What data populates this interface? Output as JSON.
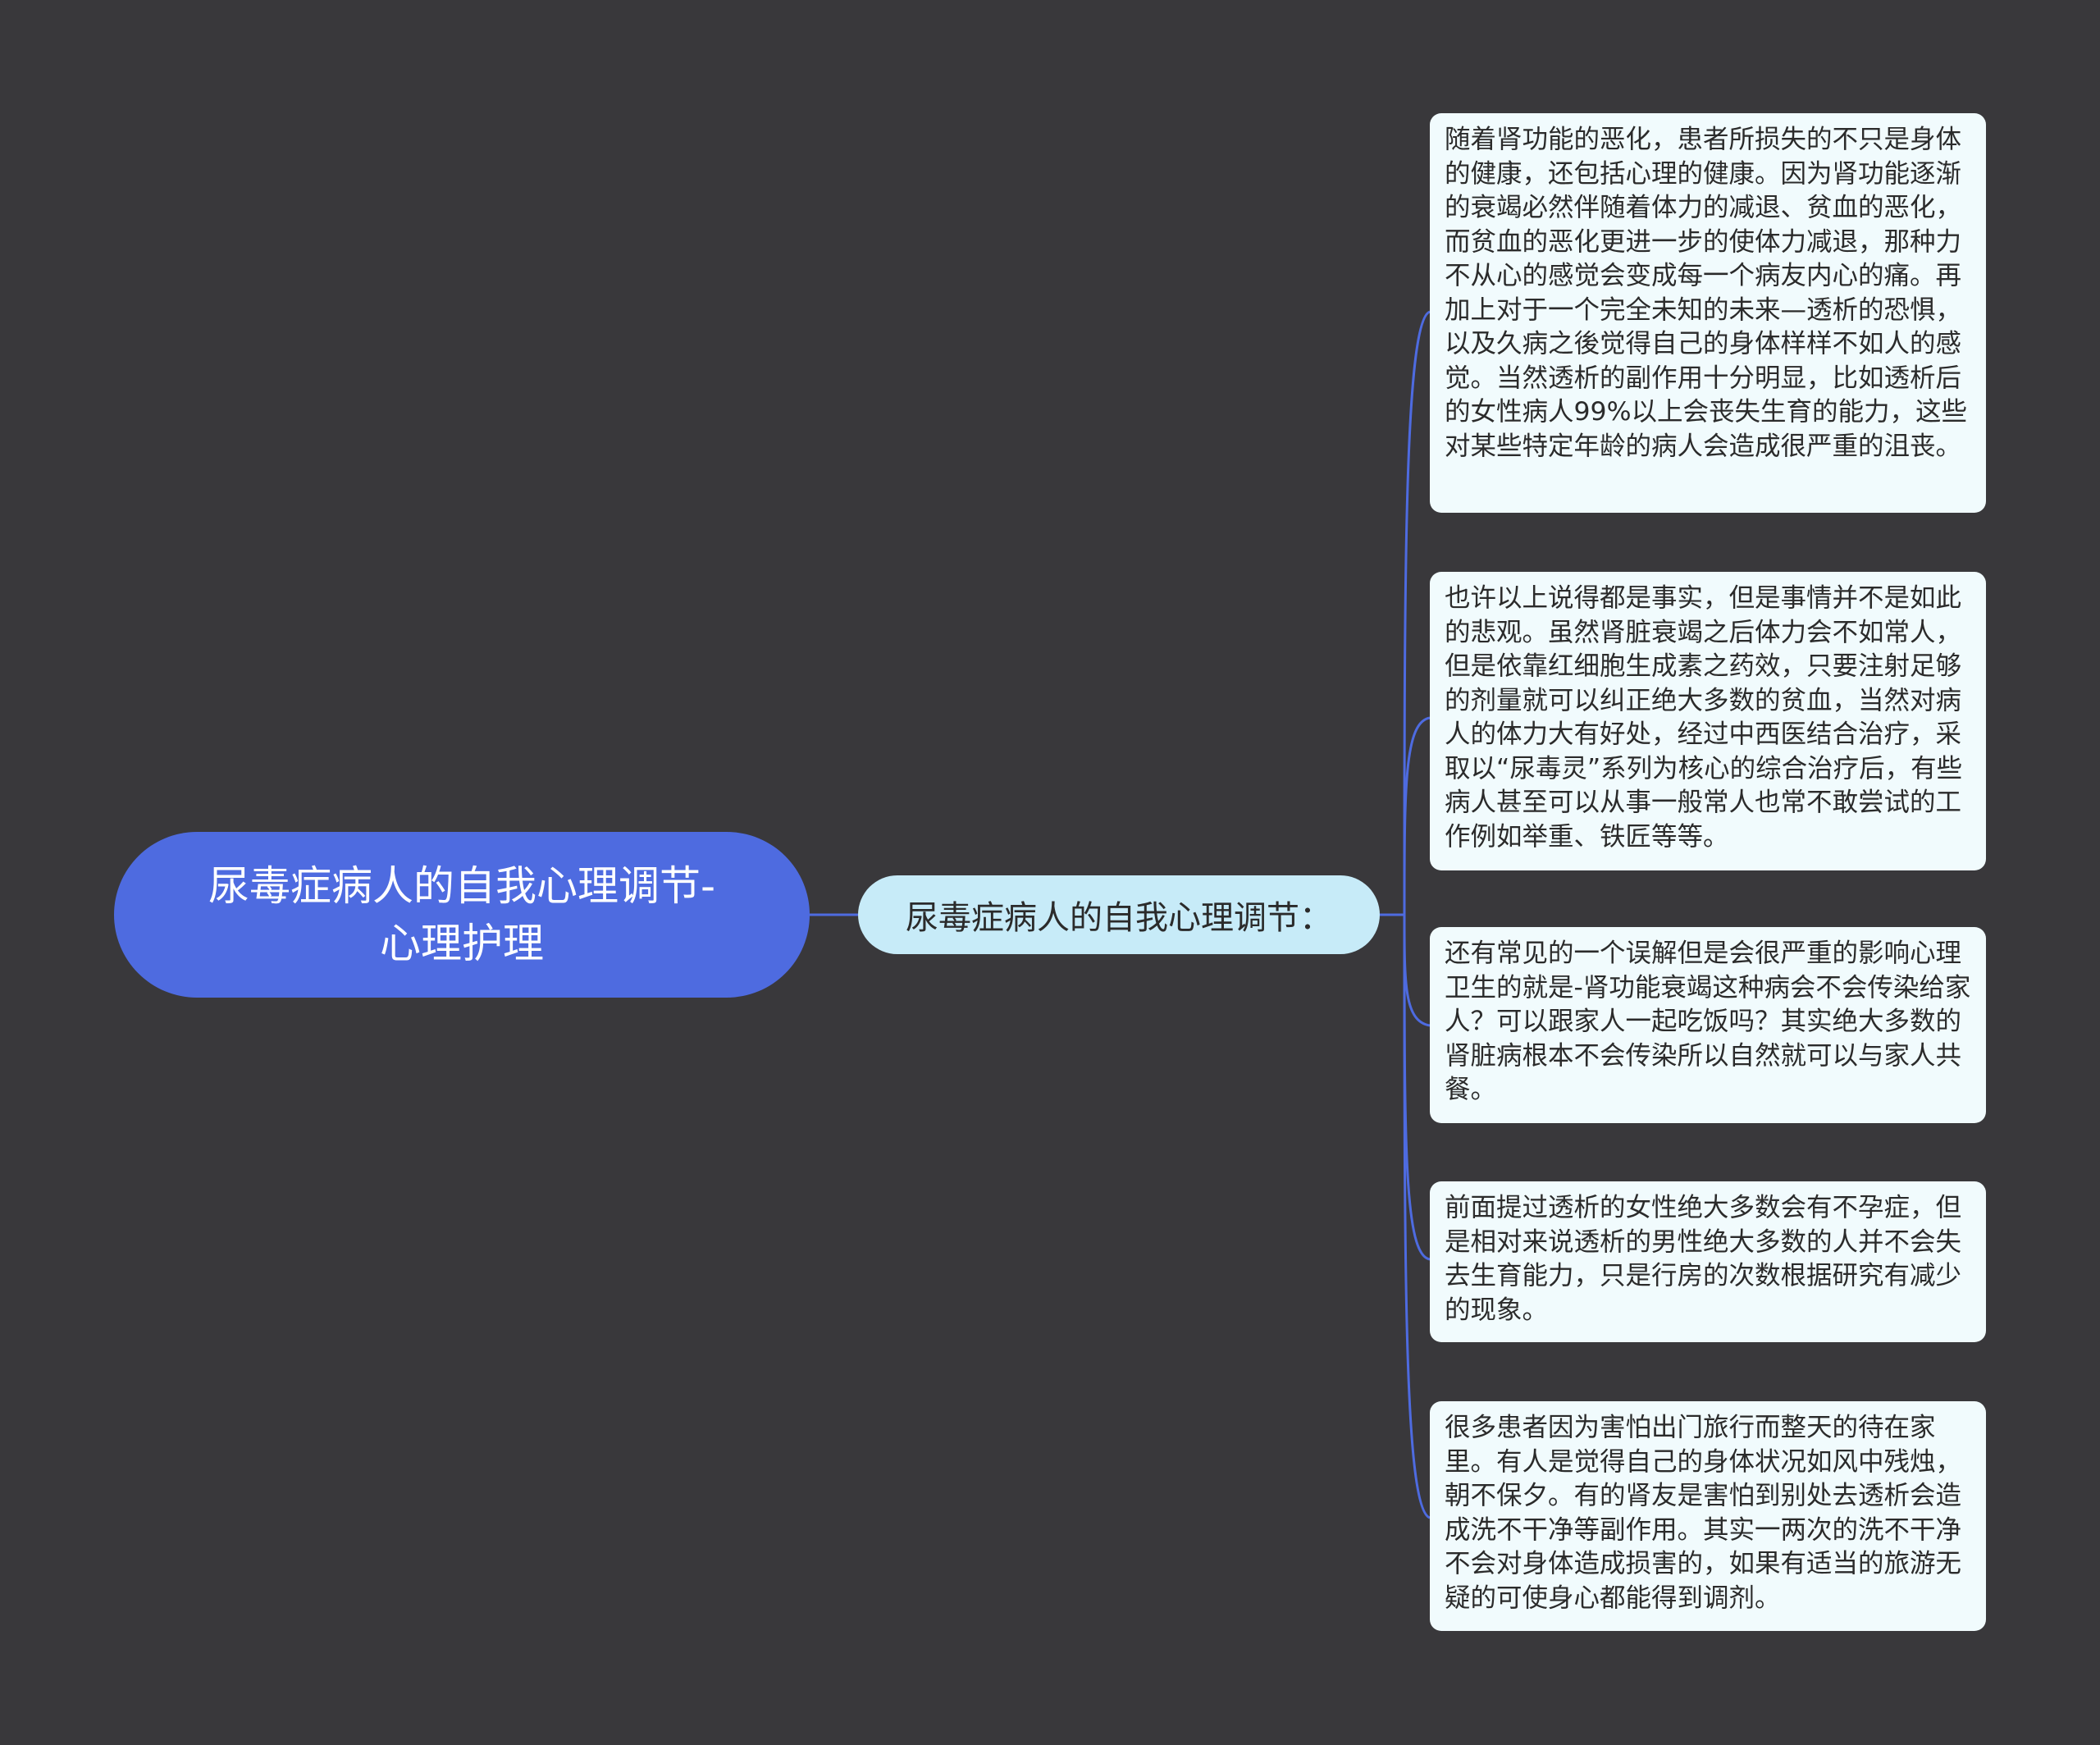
{
  "mindmap": {
    "root": {
      "label": "尿毒症病人的自我心理调节-心理护理"
    },
    "branch": {
      "label": "尿毒症病人的自我心理调节："
    },
    "leaves": [
      {
        "text": "随着肾功能的恶化，患者所损失的不只是身体的健康，还包括心理的健康。因为肾功能逐渐的衰竭必然伴随着体力的减退、贫血的恶化，而贫血的恶化更进一步的使体力减退，那种力不从心的感觉会变成每一个病友内心的痛。再加上对于一个完全未知的未来—透析的恐惧，以及久病之後觉得自己的身体样样不如人的感觉。当然透析的副作用十分明显，比如透析后的女性病人99%以上会丧失生育的能力，这些对某些特定年龄的病人会造成很严重的沮丧。"
      },
      {
        "text": "也许以上说得都是事实，但是事情并不是如此的悲观。虽然肾脏衰竭之后体力会不如常人，但是依靠红细胞生成素之药效，只要注射足够的剂量就可以纠正绝大多数的贫血，当然对病人的体力大有好处，经过中西医结合治疗，采取以“尿毒灵”系列为核心的综合治疗后，有些病人甚至可以从事一般常人也常不敢尝试的工作例如举重、铁匠等等。"
      },
      {
        "text": "还有常见的一个误解但是会很严重的影响心理卫生的就是-肾功能衰竭这种病会不会传染给家人？可以跟家人一起吃饭吗？其实绝大多数的肾脏病根本不会传染所以自然就可以与家人共餐。"
      },
      {
        "text": "前面提过透析的女性绝大多数会有不孕症，但是相对来说透析的男性绝大多数的人并不会失去生育能力，只是行房的次数根据研究有减少的现象。"
      },
      {
        "text": "很多患者因为害怕出门旅行而整天的待在家里。有人是觉得自己的身体状况如风中残烛，朝不保夕。有的肾友是害怕到别处去透析会造成洗不干净等副作用。其实一两次的洗不干净不会对身体造成损害的，如果有适当的旅游无疑的可使身心都能得到调剂。"
      }
    ],
    "colors": {
      "background": "#39383b",
      "root_fill": "#4e6be0",
      "branch_fill": "#c7ebf8",
      "leaf_fill": "#f1fbfd",
      "connector": "#4e6be0"
    }
  }
}
